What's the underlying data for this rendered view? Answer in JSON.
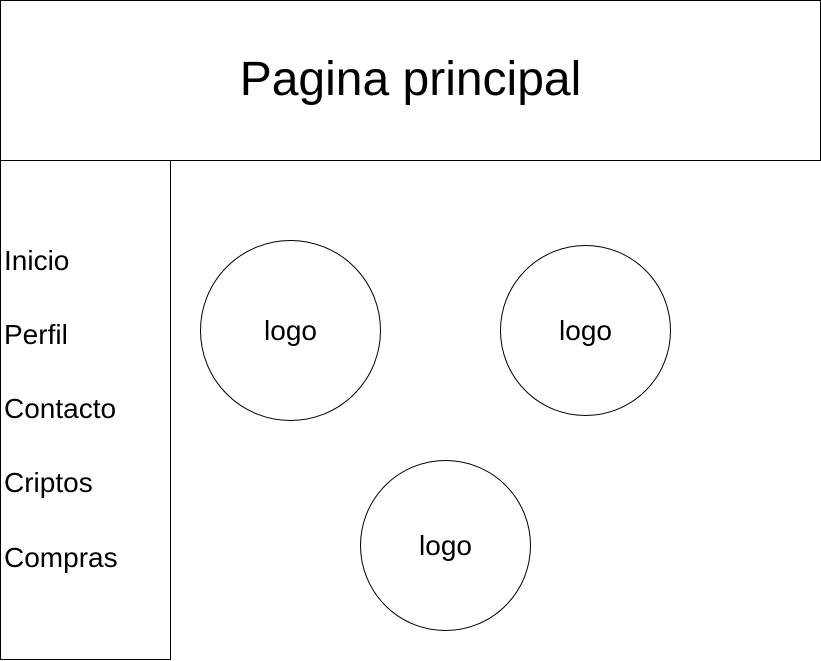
{
  "header": {
    "title": "Pagina principal"
  },
  "sidebar": {
    "items": [
      {
        "label": "Inicio"
      },
      {
        "label": "Perfil"
      },
      {
        "label": "Contacto"
      },
      {
        "label": "Criptos"
      },
      {
        "label": "Compras"
      }
    ]
  },
  "main": {
    "logos": [
      {
        "label": "logo"
      },
      {
        "label": "logo"
      },
      {
        "label": "logo"
      }
    ]
  }
}
